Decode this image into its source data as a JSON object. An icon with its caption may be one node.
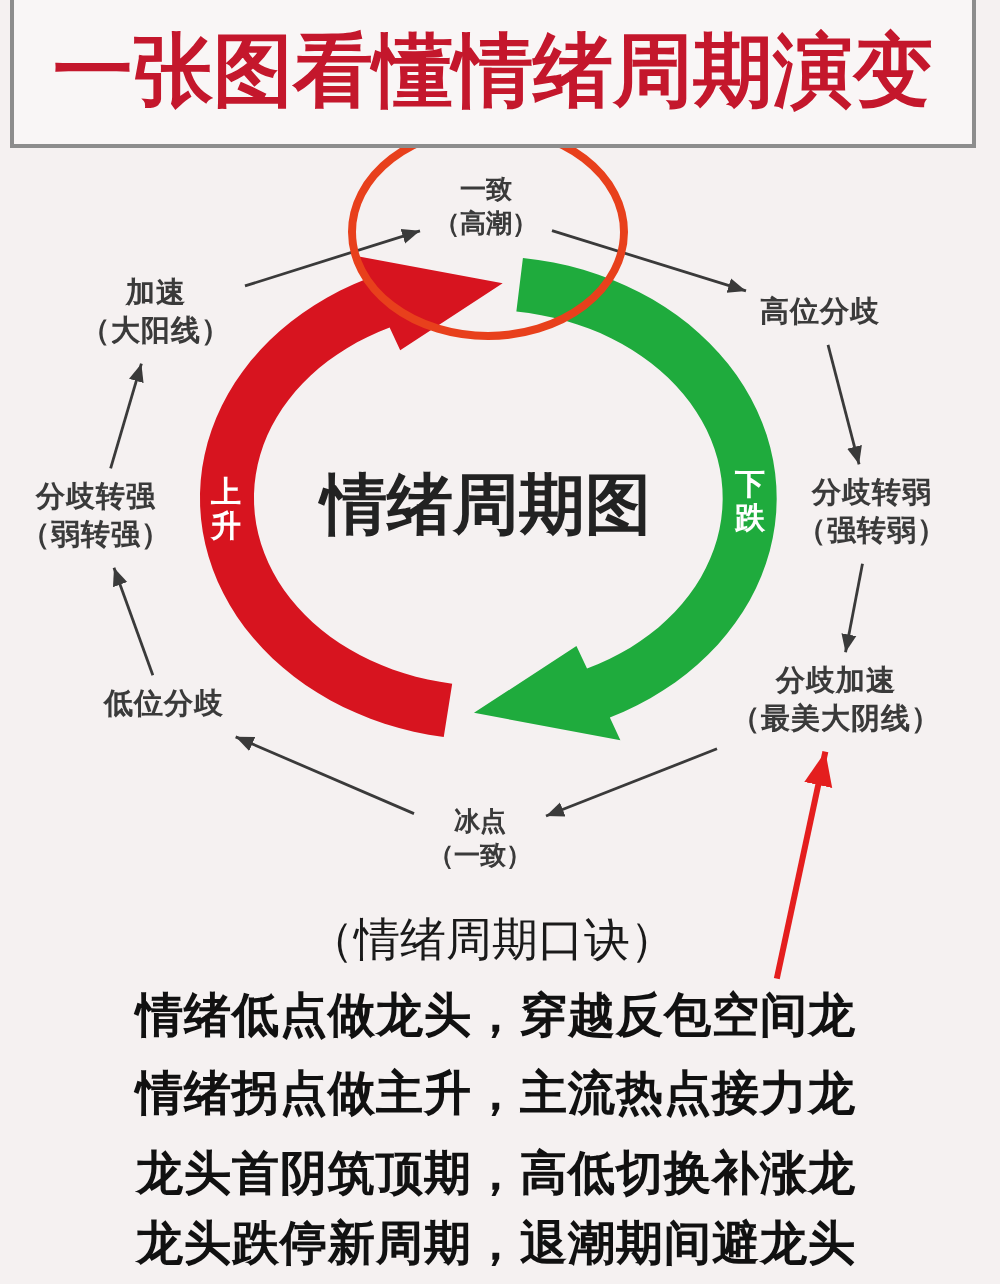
{
  "diagram": {
    "title": "一张图看懂情绪周期演变",
    "nodes": [
      {
        "text": [
          "一致",
          "（高潮）"
        ]
      },
      {
        "text": [
          "高位分歧"
        ]
      },
      {
        "text": [
          "分歧转弱",
          "（强转弱）"
        ]
      },
      {
        "text": [
          "分歧加速",
          "（最美大阴线）"
        ]
      },
      {
        "text": [
          "冰点",
          "（一致）"
        ]
      },
      {
        "text": [
          "低位分歧"
        ]
      },
      {
        "text": [
          "分歧转强",
          "（弱转强）"
        ]
      },
      {
        "text": [
          "加速",
          "（大阳线）"
        ]
      },
      {
        "text": [
          "上升"
        ]
      },
      {
        "text": [
          "下跌"
        ]
      },
      {
        "text": [
          "情绪低点做龙头，穿越反包空间龙"
        ]
      }
    ],
    "edges": [
      {
        "from": 0,
        "to": 1,
        "arrow": "to"
      },
      {
        "from": 1,
        "to": 2,
        "arrow": "to"
      },
      {
        "from": 2,
        "to": 3,
        "arrow": "to"
      },
      {
        "from": 3,
        "to": 4,
        "arrow": "to"
      },
      {
        "from": 4,
        "to": 5,
        "arrow": "to"
      },
      {
        "from": 5,
        "to": 6,
        "arrow": "to"
      },
      {
        "from": 6,
        "to": 7,
        "arrow": "to"
      },
      {
        "from": 7,
        "to": 0,
        "arrow": "to"
      },
      {
        "from": 10,
        "to": 3,
        "arrow": "to",
        "style": "thick",
        "color": "#e41e1e"
      }
    ],
    "labels": [
      "情绪周期图",
      "（情绪周期口诀）",
      "情绪拐点做主升，主流热点接力龙",
      "龙头首阴筑顶期，高低切换补涨龙",
      "龙头跌停新周期，退潮期间避龙头"
    ]
  }
}
